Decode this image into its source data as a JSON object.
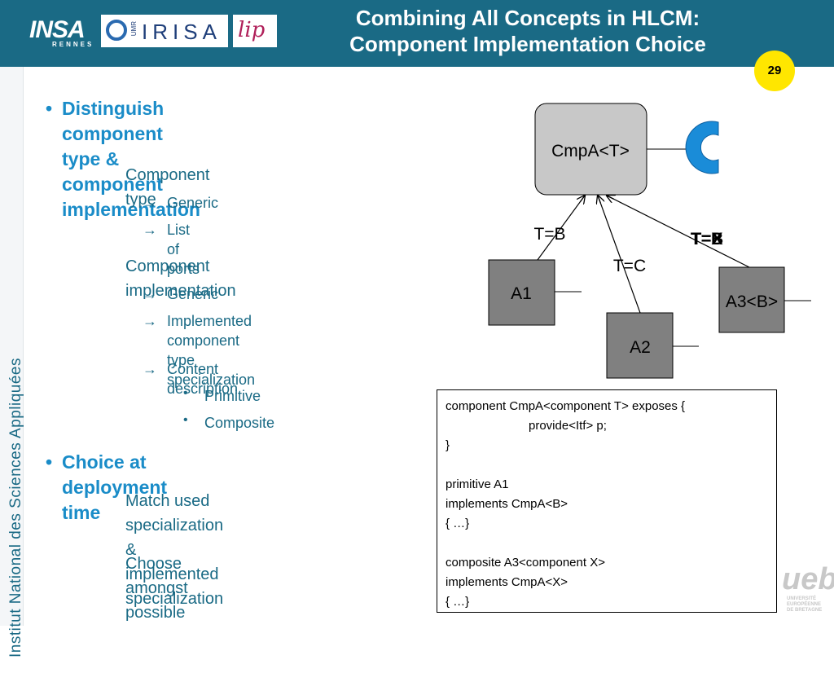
{
  "header": {
    "title_line1": "Combining All Concepts in HLCM:",
    "title_line2": "Component Implementation Choice",
    "page_number": "29",
    "logos": {
      "insa": "INSA",
      "insa_sub": "RENNES",
      "irisa": "IRISA",
      "irisa_umr": "UMR",
      "lip": "lip"
    }
  },
  "sidebar": {
    "text": "Institut National des Sciences Appliquées"
  },
  "bullets": [
    {
      "label": "Distinguish component type & component implementation",
      "label_line1": "Distinguish component type &",
      "label_line2": "component implementation",
      "groups": [
        {
          "heading": "Component type",
          "items": [
            "Generic",
            "List of ports"
          ]
        },
        {
          "heading": "Component implementation",
          "items": [
            "Generic",
            "Implemented component type specialization",
            "Content description"
          ],
          "item3_line1": "Implemented component type",
          "item3_line2": "specialization",
          "subitems": [
            "Primitive",
            "Composite"
          ]
        }
      ]
    },
    {
      "label": "Choice at deployment time",
      "paras": [
        {
          "line1": "Match used specialization &",
          "line2": "implemented specialization"
        },
        {
          "line1": "Choose amongst possible"
        }
      ]
    }
  ],
  "diagram": {
    "cmpa_label": "CmpA<T>",
    "a1_label": "A1",
    "a2_label": "A2",
    "a3_label": "A3<B>",
    "edge_a1": "T=B",
    "edge_a2": "T=C",
    "edge_a3": "T=X",
    "edge_a3_overlay": "T=B",
    "colors": {
      "cmpa_fill": "#c8c8c8",
      "impl_fill": "#808080",
      "port_blue": "#1a8cd8"
    }
  },
  "code": {
    "lines": [
      "component CmpA<component T> exposes {",
      "provide<Itf> p;",
      "}",
      "",
      "primitive A1",
      "implements CmpA<B>",
      "{ …}",
      "",
      "composite A3<component X>",
      "implements CmpA<X>",
      "{ …}"
    ]
  },
  "watermark": {
    "ueb": "ueb",
    "ueb_sub1": "UNIVERSITÉ",
    "ueb_sub2": "EUROPÉENNE",
    "ueb_sub3": "DE BRETAGNE"
  }
}
